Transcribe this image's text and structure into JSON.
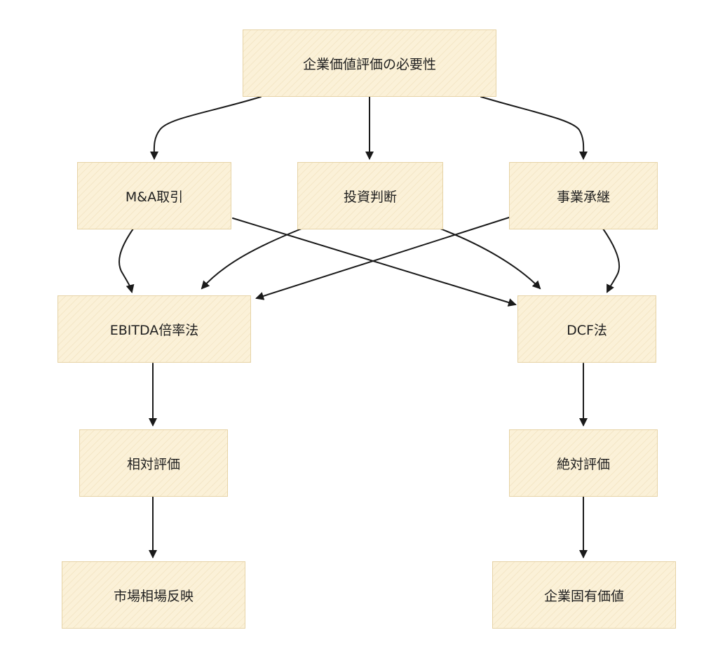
{
  "diagram": {
    "nodes": {
      "root": "企業価値評価の必要性",
      "ma": "M&A取引",
      "invest": "投資判断",
      "succession": "事業承継",
      "ebitda": "EBITDA倍率法",
      "dcf": "DCF法",
      "relative": "相対評価",
      "absolute": "絶対評価",
      "market": "市場相場反映",
      "intrinsic": "企業固有価値"
    },
    "colors": {
      "node_fill": "#fbf1d8",
      "node_border": "#e6d3a6",
      "edge": "#1a1a1a",
      "text": "#1f1f1f"
    }
  }
}
